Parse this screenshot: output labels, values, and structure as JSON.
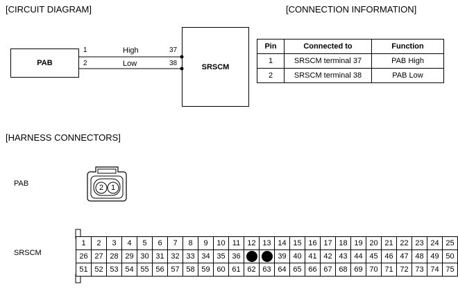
{
  "titles": {
    "circuit": "[CIRCUIT DIAGRAM]",
    "connection": "[CONNECTION INFORMATION]",
    "harness": "[HARNESS CONNECTORS]"
  },
  "circuit": {
    "left_box": "PAB",
    "right_box": "SRSCM",
    "wires": [
      {
        "left_pin": "1",
        "label": "High",
        "right_pin": "37"
      },
      {
        "left_pin": "2",
        "label": "Low",
        "right_pin": "38"
      }
    ]
  },
  "table": {
    "headers": [
      "Pin",
      "Connected to",
      "Function"
    ],
    "rows": [
      [
        "1",
        "SRSCM terminal 37",
        "PAB High"
      ],
      [
        "2",
        "SRSCM terminal 38",
        "PAB Low"
      ]
    ]
  },
  "harness": {
    "pab_label": "PAB",
    "pab_pins": [
      "2",
      "1"
    ],
    "srscm_label": "SRSCM",
    "srscm_rows": [
      [
        "1",
        "2",
        "3",
        "4",
        "5",
        "6",
        "7",
        "8",
        "9",
        "10",
        "11",
        "12",
        "13",
        "14",
        "15",
        "16",
        "17",
        "18",
        "19",
        "20",
        "21",
        "22",
        "23",
        "24",
        "25"
      ],
      [
        "26",
        "27",
        "28",
        "29",
        "30",
        "31",
        "32",
        "33",
        "34",
        "35",
        "36",
        "",
        "",
        "39",
        "40",
        "41",
        "42",
        "43",
        "44",
        "45",
        "46",
        "47",
        "48",
        "49",
        "50"
      ],
      [
        "51",
        "52",
        "53",
        "54",
        "55",
        "56",
        "57",
        "58",
        "59",
        "60",
        "61",
        "62",
        "63",
        "64",
        "65",
        "66",
        "67",
        "68",
        "69",
        "70",
        "71",
        "72",
        "73",
        "74",
        "75"
      ]
    ],
    "filled_pins_note": [
      "37",
      "38"
    ]
  }
}
